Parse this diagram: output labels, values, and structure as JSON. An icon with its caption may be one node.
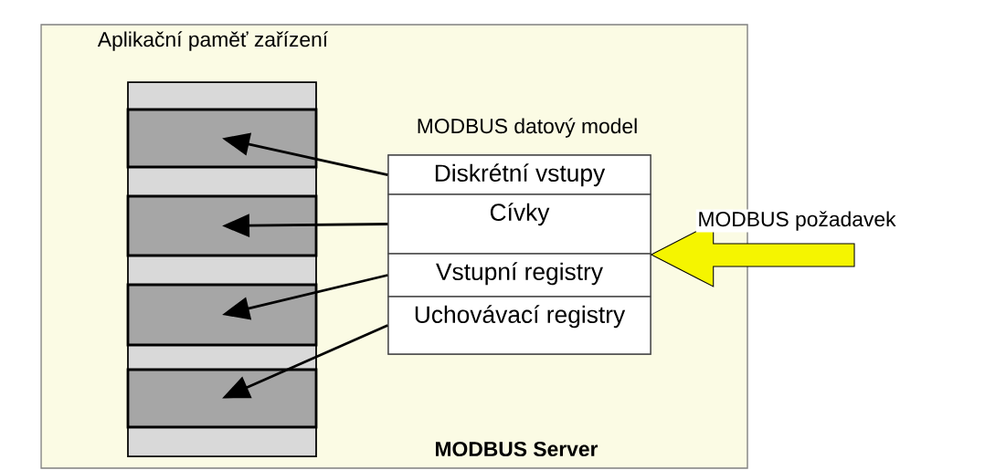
{
  "diagram": {
    "nodes": [
      {
        "text": [
          "MODBUS Server"
        ]
      },
      {
        "text": [
          "Aplikační paměť zařízení"
        ],
        "in": 0
      },
      {
        "text": [],
        "shape": "box",
        "in": 1
      },
      {
        "text": [],
        "shape": "box",
        "in": 1
      },
      {
        "text": [],
        "shape": "box",
        "in": 1
      },
      {
        "text": [],
        "shape": "box",
        "in": 1
      },
      {
        "text": [
          "MODBUS datový model"
        ],
        "in": 0
      },
      {
        "text": [
          "Diskrétní vstupy"
        ],
        "in": 6
      },
      {
        "text": [
          "Cívky"
        ],
        "in": 6
      },
      {
        "text": [
          "Vstupní registry"
        ],
        "in": 6
      },
      {
        "text": [
          "Uchovávací registry"
        ],
        "in": 6
      }
    ],
    "edges": [
      {
        "from": 7,
        "to": 2,
        "arrow": "to"
      },
      {
        "from": 8,
        "to": 3,
        "arrow": "to"
      },
      {
        "from": 9,
        "to": 4,
        "arrow": "to"
      },
      {
        "from": 10,
        "to": 5,
        "arrow": "to"
      },
      {
        "from": null,
        "to": 6,
        "arrow": "to",
        "label": "MODBUS požadavek",
        "style": "thick",
        "color": "#f5f500"
      }
    ]
  }
}
